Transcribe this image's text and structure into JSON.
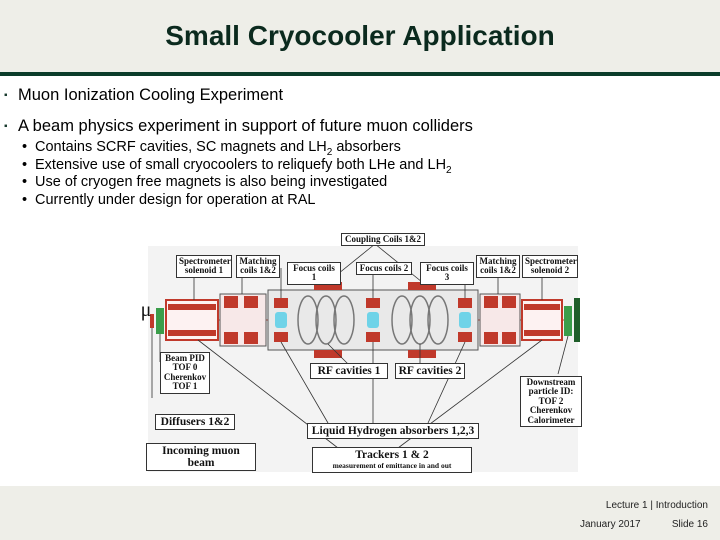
{
  "slide": {
    "title": "Small Cryocooler Application",
    "bullet1": "Muon Ionization Cooling Experiment",
    "bullet2": "A beam physics experiment in support of future muon colliders",
    "sub1_a": "Contains SCRF cavities, SC magnets and LH",
    "sub1_sub": "2",
    "sub1_b": " absorbers",
    "sub2_a": "Extensive use of small cryocoolers to reliquefy both LHe and LH",
    "sub2_sub": "2",
    "sub3": "Use of cryogen free magnets is also being investigated",
    "sub4": "Currently under design for operation at RAL",
    "bullet_glyph": "▪",
    "dot_glyph": "•"
  },
  "diagram": {
    "coupling_coils": "Coupling Coils 1&2",
    "spectrometer_left_1": "Spectrometer",
    "spectrometer_left_2": "solenoid 1",
    "matching_left_1": "Matching",
    "matching_left_2": "coils 1&2",
    "focus1": "Focus coils 1",
    "focus2": "Focus coils 2",
    "focus3": "Focus coils 3",
    "matching_right_1": "Matching",
    "matching_right_2": "coils 1&2",
    "spectrometer_right_1": "Spectrometer",
    "spectrometer_right_2": "solenoid 2",
    "mu": "μ",
    "beam_pid_1": "Beam PID",
    "beam_pid_2": "TOF 0",
    "beam_pid_3": "Cherenkov",
    "beam_pid_4": "TOF 1",
    "rf1": "RF cavities 1",
    "rf2": "RF cavities 2",
    "downstream_1": "Downstream",
    "downstream_2": "particle ID:",
    "downstream_3": "TOF 2",
    "downstream_4": "Cherenkov",
    "downstream_5": "Calorimeter",
    "diffusers": "Diffusers 1&2",
    "lh_absorbers": "Liquid Hydrogen absorbers 1,2,3",
    "incoming": "Incoming muon beam",
    "trackers": "Trackers 1 & 2",
    "emittance": "measurement of emittance in and out"
  },
  "footer": {
    "lecture": "Lecture 1 | Introduction",
    "date": "January 2017",
    "slide_no": "Slide 16"
  },
  "colors": {
    "title_text": "#0b2a1e",
    "rule": "#0b3c2a",
    "magnet_red": "#c0392b",
    "absorber_cyan": "#6fd3e8",
    "detector_green": "#3a9d4a",
    "diagram_bg": "#f3f3f3"
  }
}
